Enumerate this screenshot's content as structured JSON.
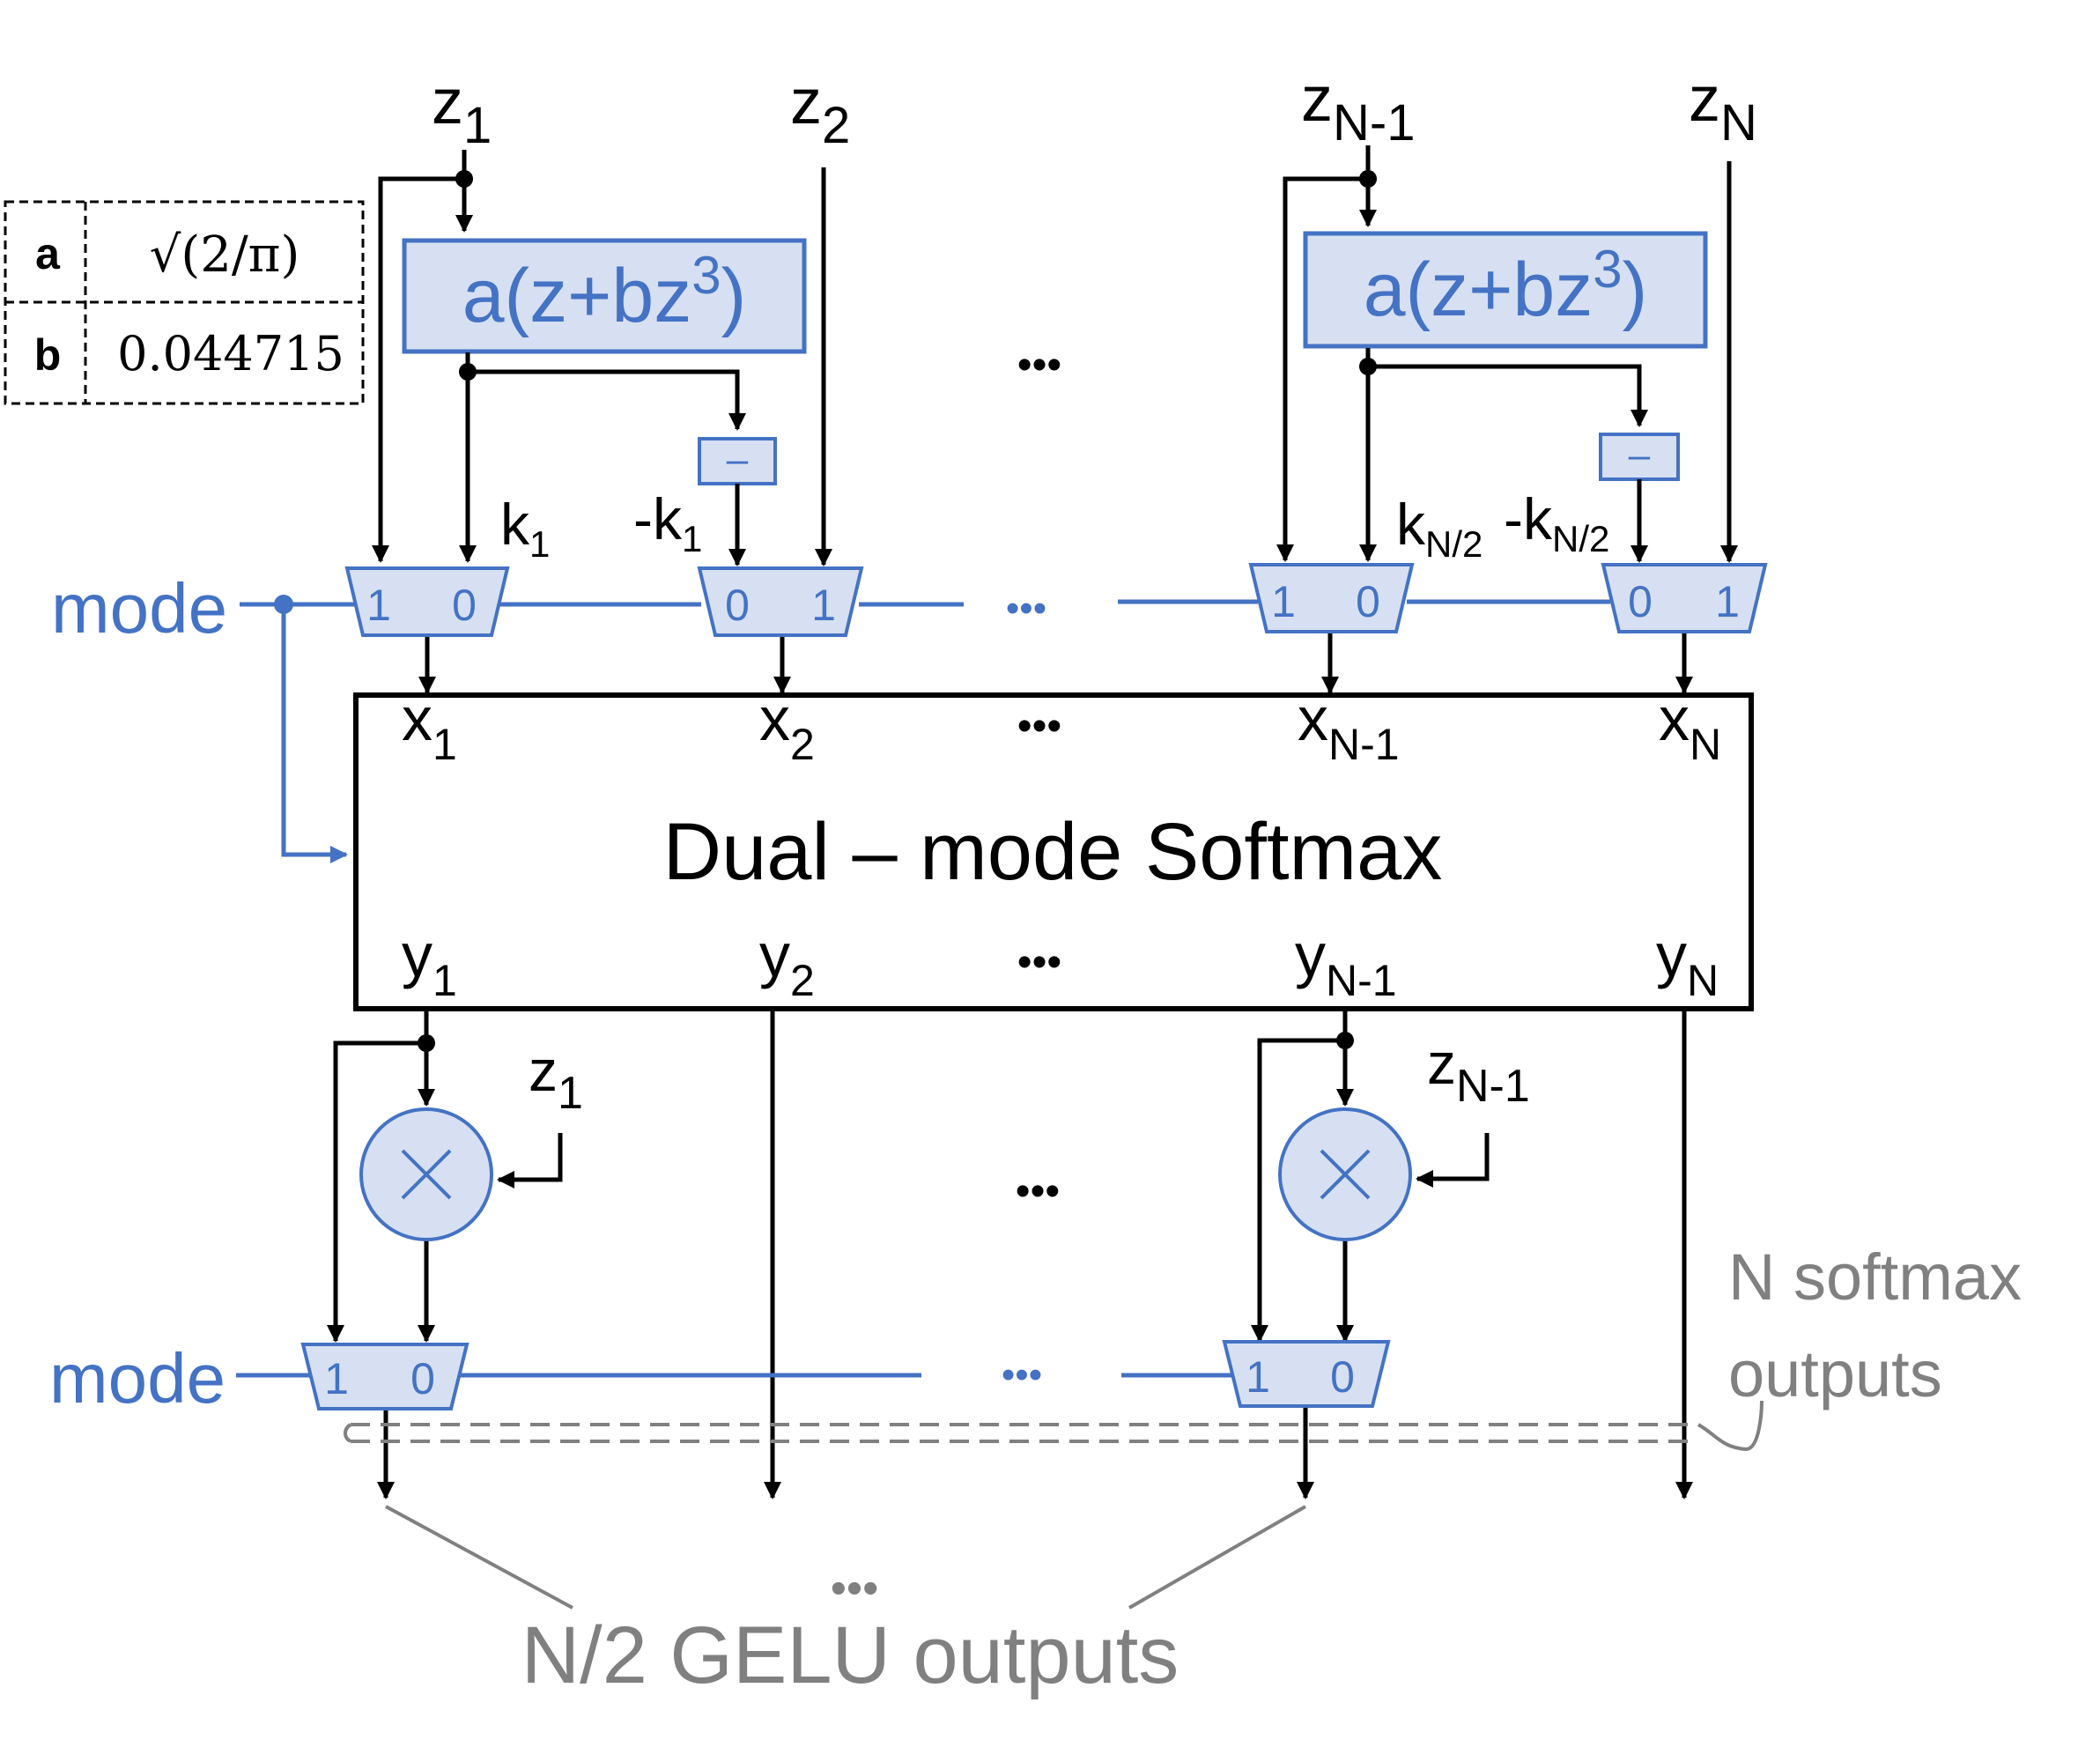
{
  "colors": {
    "blue": "#4472C4",
    "box_fill": "#D6E0F2",
    "gray": "#808080",
    "black": "#000000"
  },
  "inputs": {
    "z1": {
      "main": "z",
      "sub": "1"
    },
    "z2": {
      "main": "z",
      "sub": "2"
    },
    "zn1": {
      "main": "z",
      "sub": "N-1"
    },
    "zn": {
      "main": "z",
      "sub": "N"
    }
  },
  "constants": {
    "a_label": "a",
    "a_value": "√(2/π)",
    "b_label": "b",
    "b_value": "0.044715"
  },
  "poly": {
    "main": "a(z+bz",
    "sup": "3",
    "close": ")"
  },
  "negate_label": "–",
  "k_labels": {
    "k1": {
      "main": "k",
      "sub": "1"
    },
    "nk1": {
      "main": "-k",
      "sub": "1"
    },
    "kn2": {
      "main": "k",
      "sub": "N/2"
    },
    "nkn2": {
      "main": "-k",
      "sub": "N/2"
    }
  },
  "mode_label": "mode",
  "mux_top": [
    {
      "left": "1",
      "right": "0"
    },
    {
      "left": "0",
      "right": "1"
    },
    {
      "left": "1",
      "right": "0"
    },
    {
      "left": "0",
      "right": "1"
    }
  ],
  "mux_bottom": [
    {
      "left": "1",
      "right": "0"
    },
    {
      "left": "1",
      "right": "0"
    }
  ],
  "softmax": {
    "title": "Dual – mode Softmax",
    "x_labels": [
      {
        "main": "x",
        "sub": "1"
      },
      {
        "main": "x",
        "sub": "2"
      },
      {
        "main": "x",
        "sub": "N-1"
      },
      {
        "main": "x",
        "sub": "N"
      }
    ],
    "y_labels": [
      {
        "main": "y",
        "sub": "1"
      },
      {
        "main": "y",
        "sub": "2"
      },
      {
        "main": "y",
        "sub": "N-1"
      },
      {
        "main": "y",
        "sub": "N"
      }
    ]
  },
  "multiplier_inputs": {
    "m1": {
      "main": "z",
      "sub": "1"
    },
    "m2": {
      "main": "z",
      "sub": "N-1"
    }
  },
  "ellipsis": "•••",
  "outputs": {
    "softmax_line1": "N softmax",
    "softmax_line2": "outputs",
    "gelu": "N/2 GELU outputs",
    "gelu_dots": "•••"
  }
}
